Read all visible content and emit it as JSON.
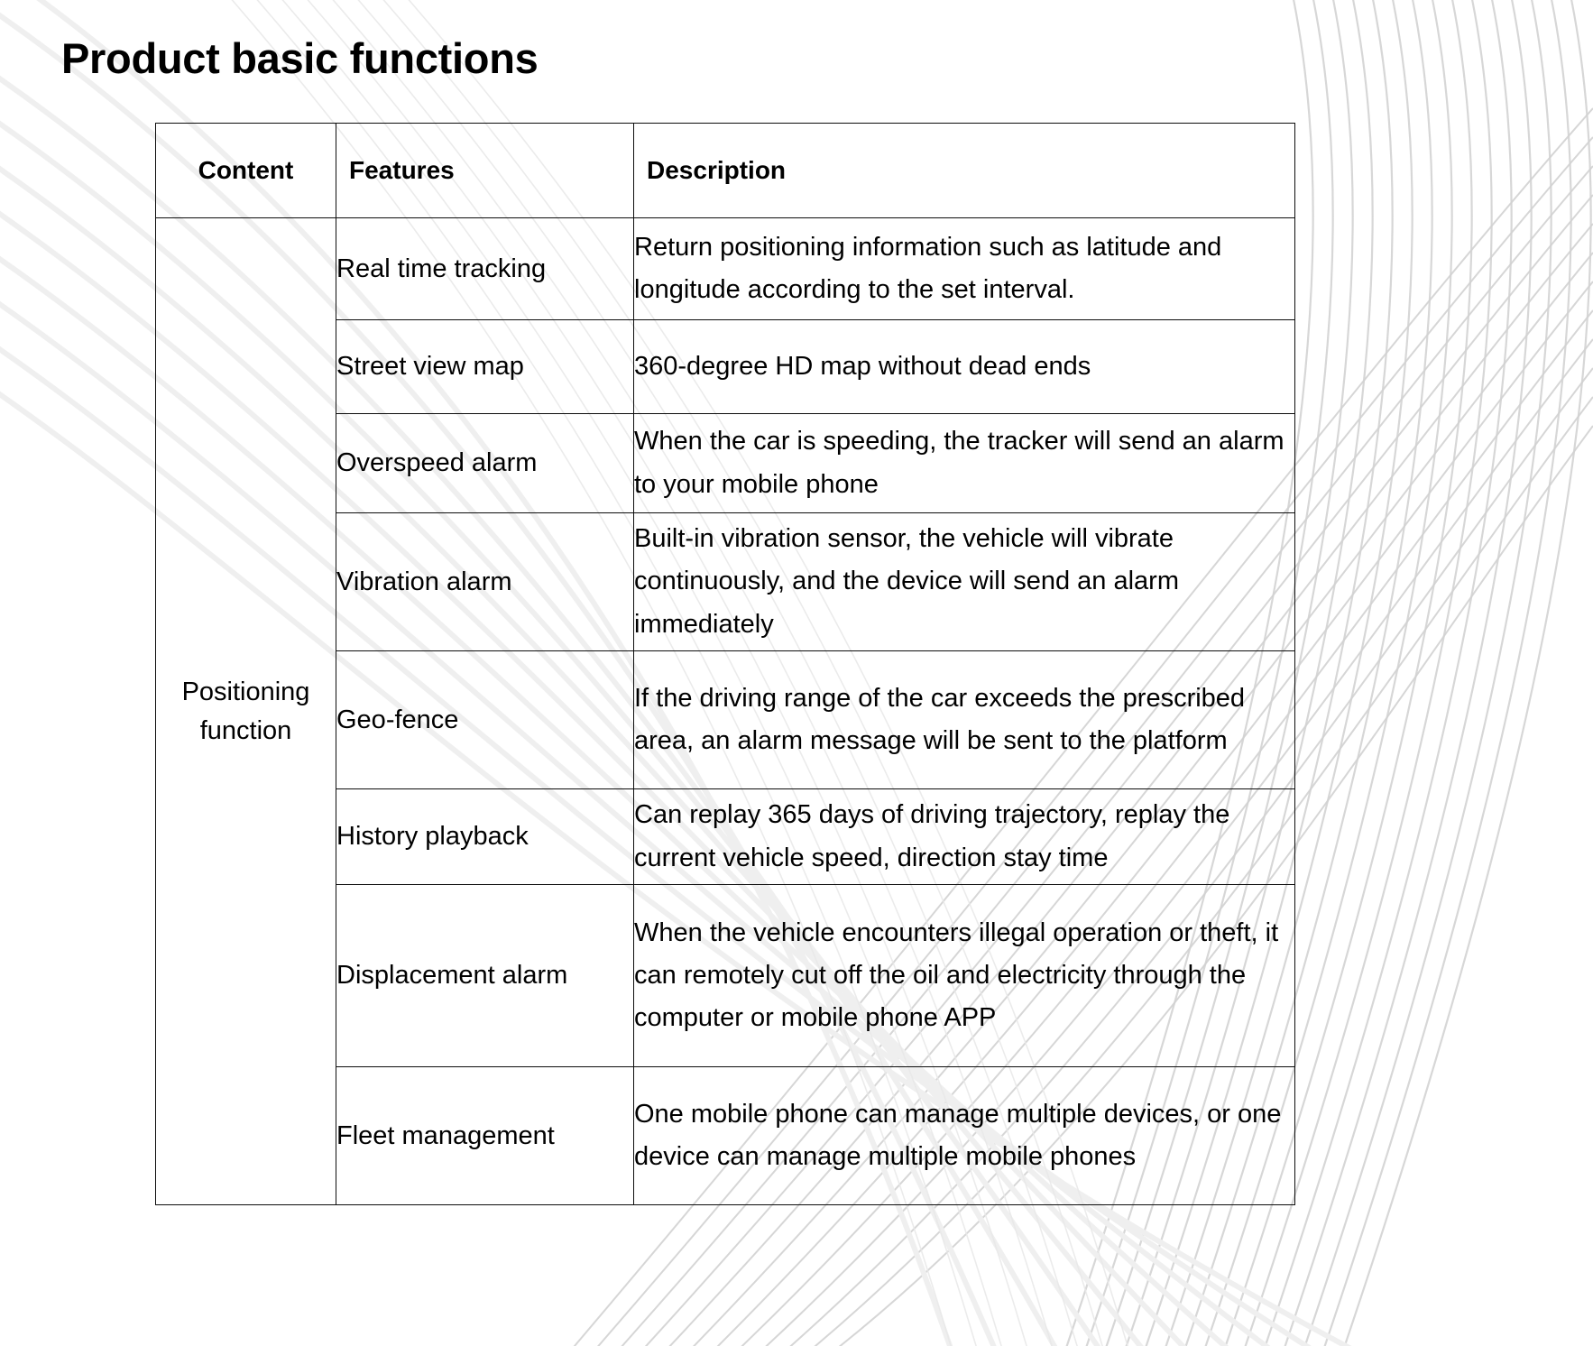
{
  "slide": {
    "title": "Product basic functions"
  },
  "table": {
    "columns": [
      {
        "key": "content",
        "label": "Content"
      },
      {
        "key": "features",
        "label": "Features"
      },
      {
        "key": "desc",
        "label": "Description"
      }
    ],
    "content_group_label": "Positioning function",
    "rows": [
      {
        "feature": "Real time tracking",
        "description": "Return positioning information such as latitude and longitude according to the set interval."
      },
      {
        "feature": "Street view map",
        "description": "360-degree HD map without dead ends"
      },
      {
        "feature": "Overspeed alarm",
        "description": "When the car is speeding, the tracker will send an alarm to your mobile phone"
      },
      {
        "feature": "Vibration alarm",
        "description": "Built-in vibration sensor, the vehicle will vibrate continuously, and the device will send an alarm immediately"
      },
      {
        "feature": "Geo-fence",
        "description": "If the driving range of the car exceeds the prescribed area, an alarm message will be sent to the platform"
      },
      {
        "feature": "History playback",
        "description": "Can replay 365 days of driving trajectory, replay the current vehicle speed, direction stay time"
      },
      {
        "feature": "Displacement alarm",
        "description": "When the vehicle encounters illegal operation or theft, it can remotely cut off the oil and electricity through the computer or mobile phone APP"
      },
      {
        "feature": "Fleet management",
        "description": "One mobile phone can manage multiple devices, or one device can manage multiple mobile phones"
      }
    ]
  },
  "colors": {
    "text": "#000000",
    "border": "#0d0d0d",
    "background": "#ffffff",
    "decoration_line": "#d9d9d9"
  }
}
